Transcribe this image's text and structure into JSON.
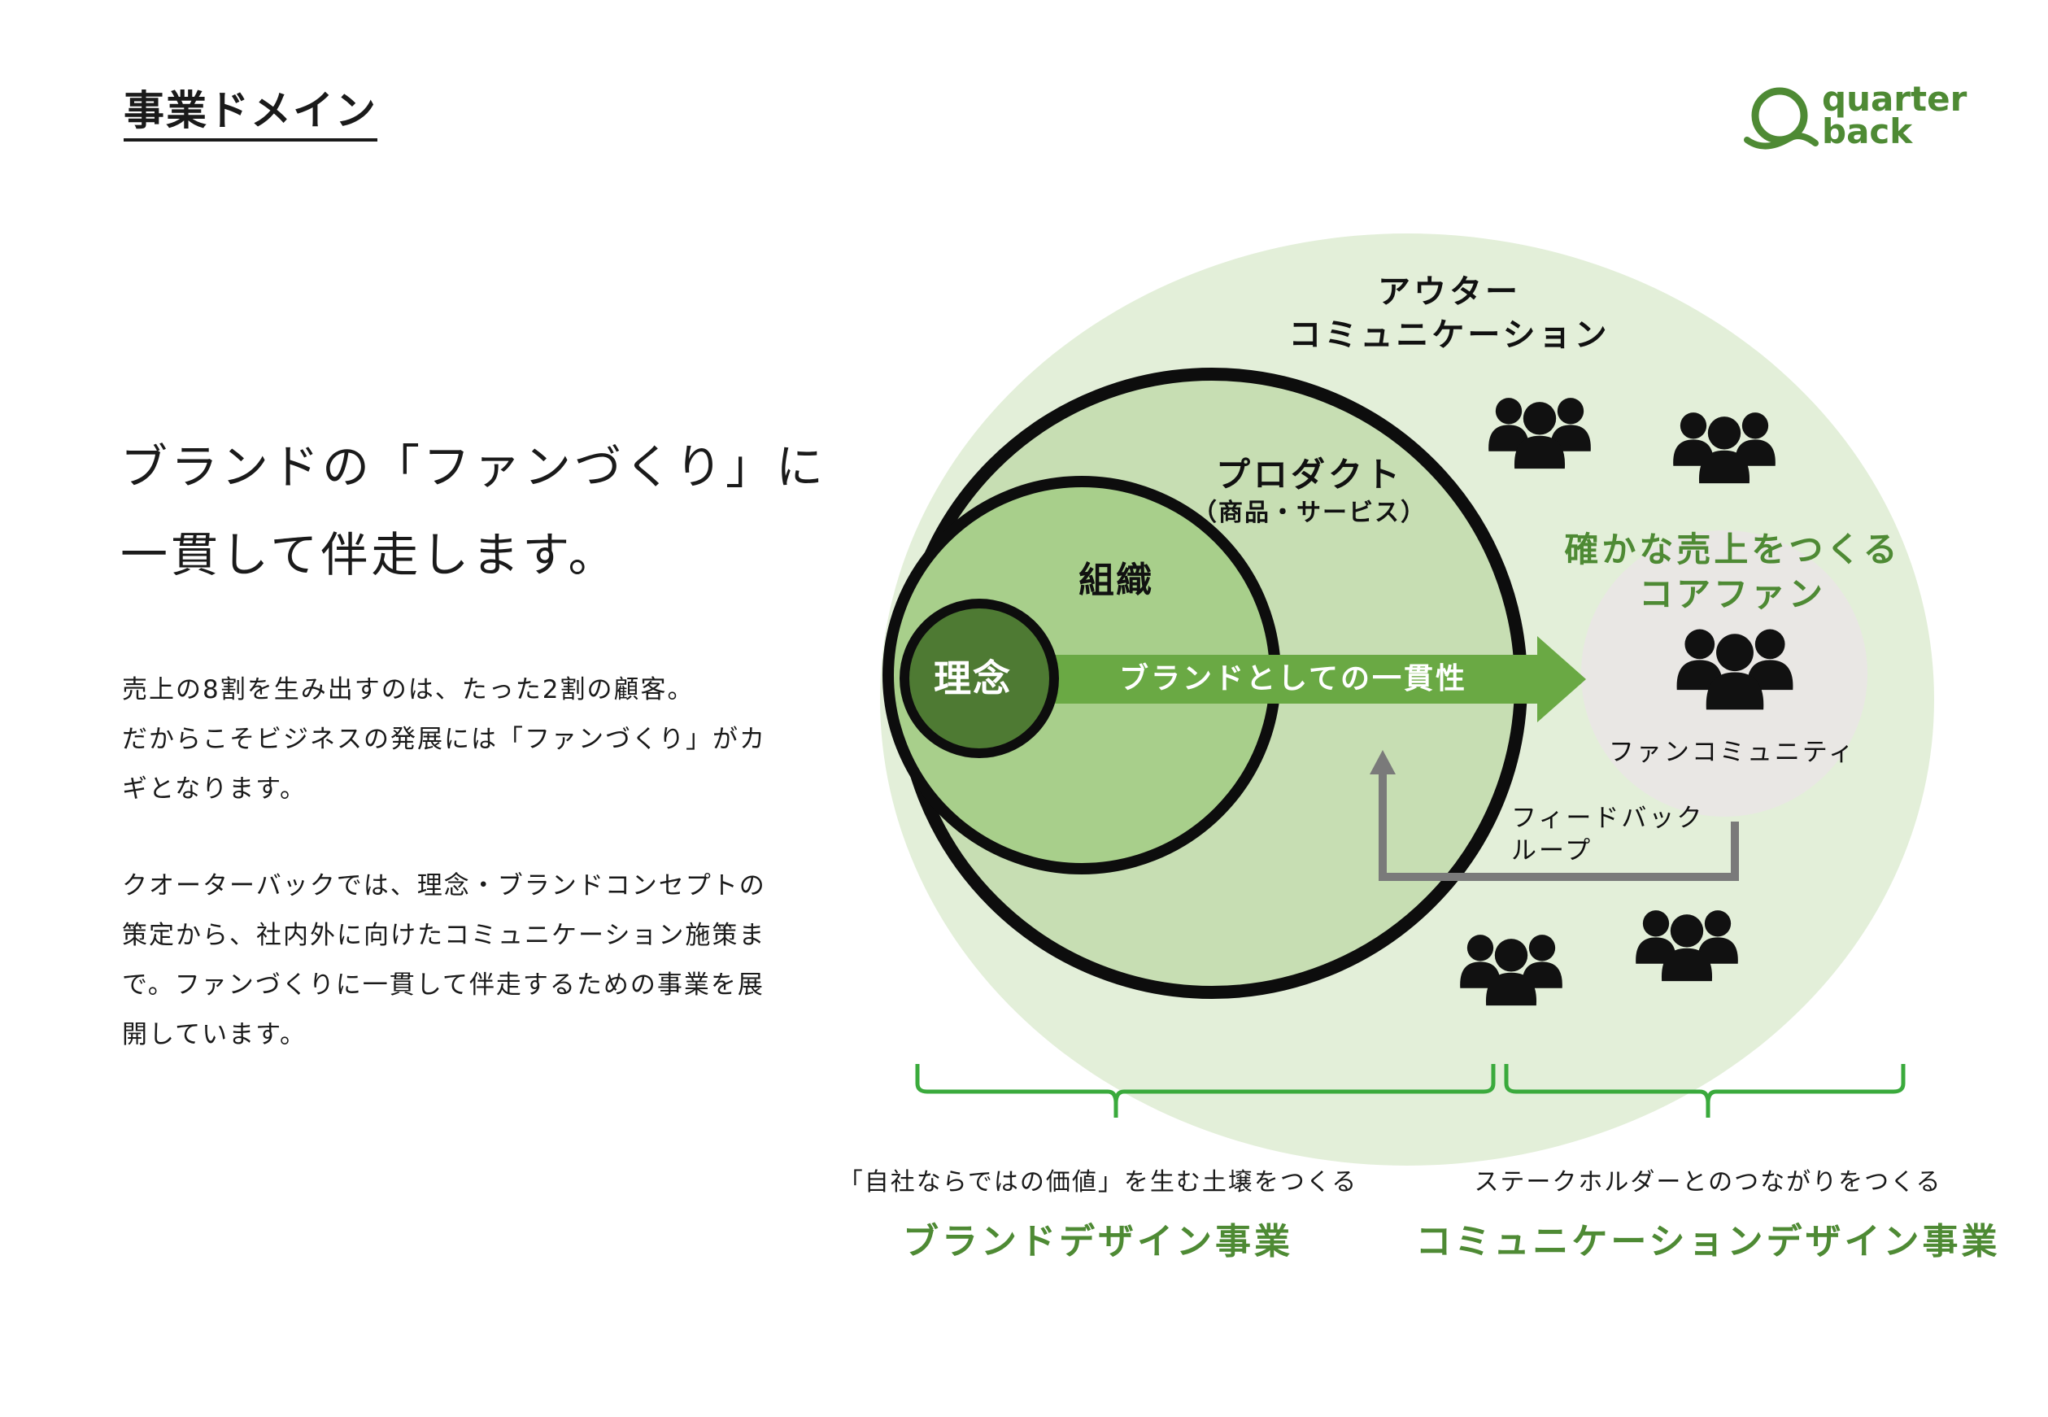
{
  "header": {
    "title": "事業ドメイン",
    "logo_line1": "quarter",
    "logo_line2": "back"
  },
  "intro": {
    "lead_line1": "ブランドの「ファンづくり」に",
    "lead_line2": "一貫して伴走します。",
    "para1_line1": "売上の8割を生み出すのは、たった2割の顧客。",
    "para1_line2": "だからこそビジネスの発展には「ファンづくり」がカ",
    "para1_line3": "ギとなります。",
    "para2_line1": "クオーターバックでは、理念・ブランドコンセプトの",
    "para2_line2": "策定から、社内外に向けたコミュニケーション施策ま",
    "para2_line3": "で。ファンづくりに一貫して伴走するための事業を展",
    "para2_line4": "開しています。"
  },
  "diagram": {
    "outer_label_1": "アウター",
    "outer_label_2": "コミュニケーション",
    "product_label": "プロダクト",
    "product_sub": "（商品・サービス）",
    "org_label": "組織",
    "core_label": "理念",
    "arrow_label": "ブランドとしての一貫性",
    "fan_title_1": "確かな売上をつくる",
    "fan_title_2": "コアファン",
    "fan_community": "ファンコミュニティ",
    "feedback_1": "フィードバック",
    "feedback_2": "ループ",
    "colors": {
      "outer_bg": "#e3efd9",
      "product_fill": "#c7deb3",
      "org_fill": "#a8cf8b",
      "core_fill": "#4e7a33",
      "arrow": "#6aa944",
      "fan_circle": "#e9e7e4",
      "accent_green": "#4e8a34",
      "bracket": "#3aaa3c",
      "feedback_arrow": "#7a7a7a"
    }
  },
  "captions": {
    "left_sub": "「自社ならではの価値」を生む土壌をつくる",
    "left_main": "ブランドデザイン事業",
    "right_sub": "ステークホルダーとのつながりをつくる",
    "right_main": "コミュニケーションデザイン事業"
  }
}
